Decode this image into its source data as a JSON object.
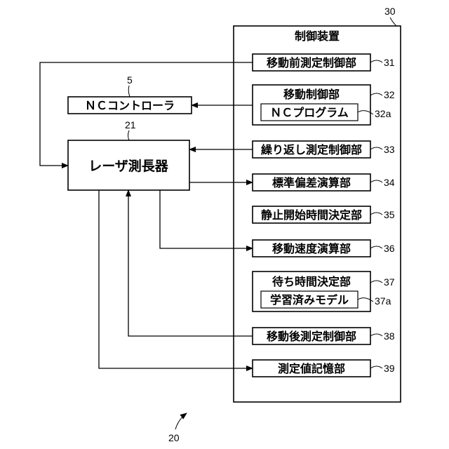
{
  "control_device": {
    "title": "制御装置",
    "ref": "30"
  },
  "nc_controller": {
    "label": "ＮＣコントローラ",
    "ref": "5"
  },
  "laser": {
    "label": "レーザ測長器",
    "ref": "21"
  },
  "units": [
    {
      "label": "移動前測定制御部",
      "ref": "31"
    },
    {
      "label": "移動制御部",
      "ref": "32",
      "sub": {
        "label": "ＮＣプログラム",
        "ref": "32a"
      }
    },
    {
      "label": "繰り返し測定制御部",
      "ref": "33"
    },
    {
      "label": "標準偏差演算部",
      "ref": "34"
    },
    {
      "label": "静止開始時間決定部",
      "ref": "35"
    },
    {
      "label": "移動速度演算部",
      "ref": "36"
    },
    {
      "label": "待ち時間決定部",
      "ref": "37",
      "sub": {
        "label": "学習済みモデル",
        "ref": "37a"
      }
    },
    {
      "label": "移動後測定制御部",
      "ref": "38"
    },
    {
      "label": "測定値記憶部",
      "ref": "39"
    }
  ],
  "system": {
    "ref": "20"
  }
}
